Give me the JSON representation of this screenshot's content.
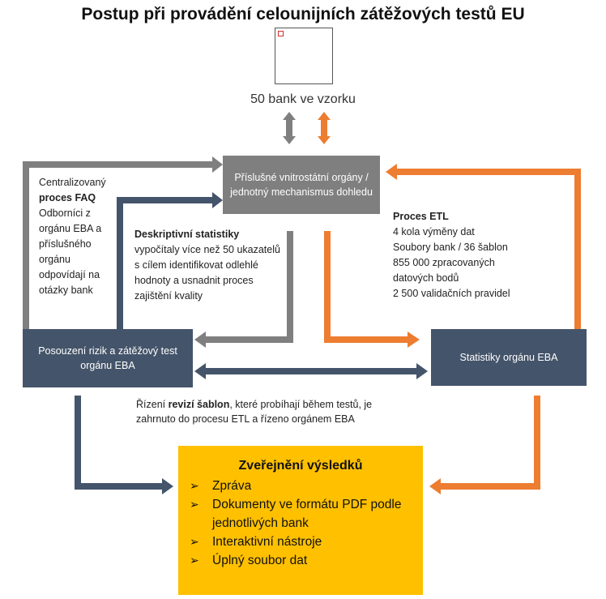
{
  "title": "Postup při provádění celounijních zátěžových testů EU",
  "sample_label": "50 bank ve vzorku",
  "boxes": {
    "national": "Příslušné vnitrostátní orgány / jednotný mechanismus dohledu",
    "risk": "Posouzení rizik a zátěžový test orgánu EBA",
    "statistics": "Statistiky orgánu EBA"
  },
  "faq": {
    "pre": "Centralizovaný ",
    "bold": "proces FAQ",
    "post": " Odborníci z orgánu EBA a příslušného orgánu odpovídají na otázky bank"
  },
  "descriptive": {
    "title": "Deskriptivní statistiky",
    "body": "vypočítaly více než 50 ukazatelů s cílem identifikovat odlehlé hodnoty a usnadnit proces zajištění kvality"
  },
  "etl": {
    "title": "Proces ETL",
    "lines": [
      "4 kola výměny dat",
      "Soubory bank / 36 šablon",
      "855 000 zpracovaných datových bodů",
      "2 500 validačních pravidel"
    ]
  },
  "note": {
    "pre": "Řízení ",
    "bold": "revizí šablon",
    "post": ", které probíhají během testů, je zahrnuto do procesu ETL a řízeno orgánem EBA"
  },
  "publication": {
    "title": "Zveřejnění výsledků",
    "items": [
      "Zpráva",
      "Dokumenty ve formátu PDF podle jednotlivých bank",
      "Interaktivní nástroje",
      "Úplný soubor dat"
    ]
  },
  "colors": {
    "gray": "#7f7f7f",
    "navy": "#44546a",
    "orange": "#ed7d31",
    "yellow": "#ffc000"
  }
}
